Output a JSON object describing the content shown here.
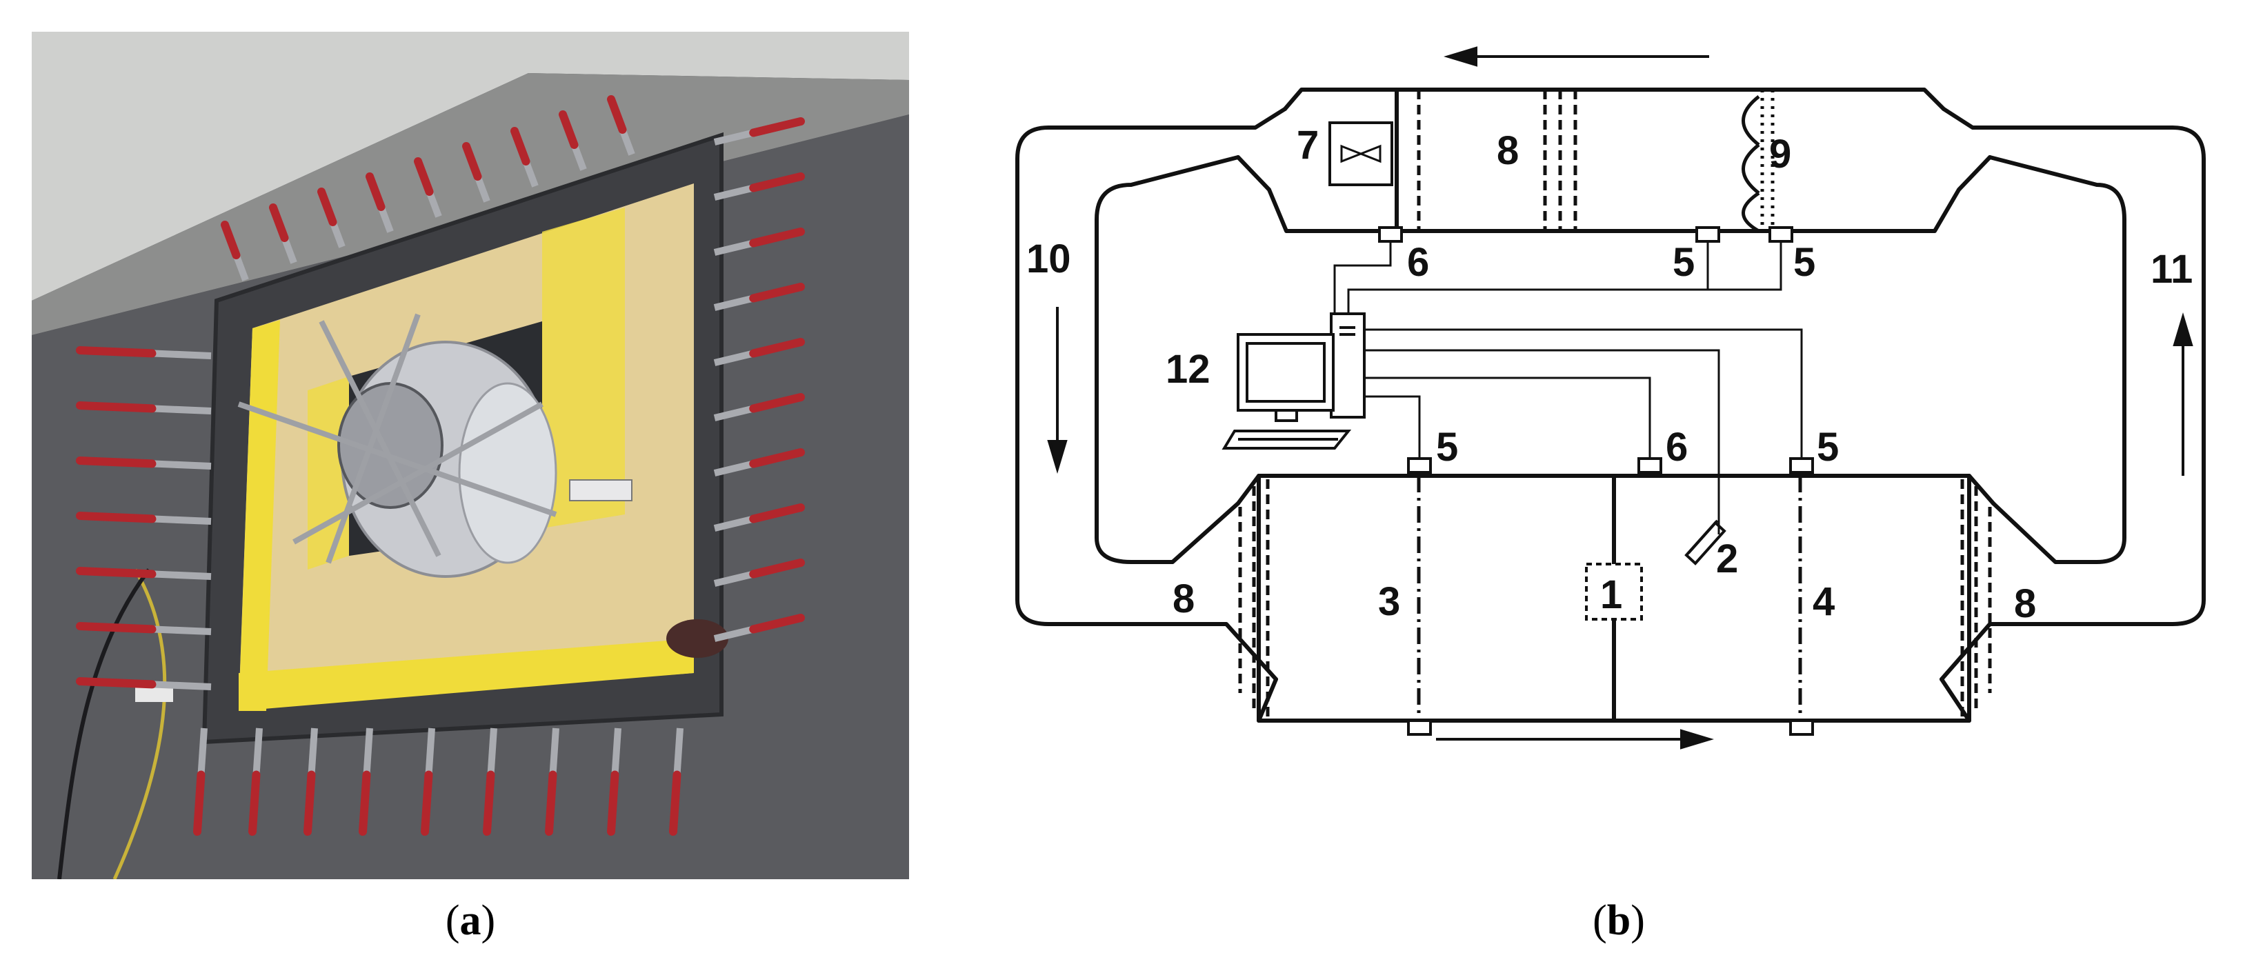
{
  "panel_a": {
    "caption_open": "(",
    "caption_letter": "a",
    "caption_close": ")"
  },
  "panel_b": {
    "caption_open": "(",
    "caption_letter": "b",
    "caption_close": ")",
    "labels": {
      "l1": "1",
      "l2": "2",
      "l3": "3",
      "l4": "4",
      "l5_top_left": "5",
      "l5_top_right": "5",
      "l5_bottom_left": "5",
      "l5_bottom_right": "5",
      "l6_top": "6",
      "l6_bottom": "6",
      "l7": "7",
      "l8_top": "8",
      "l8_left": "8",
      "l8_right": "8",
      "l9": "9",
      "l10": "10",
      "l11": "11",
      "l12": "12"
    }
  },
  "colors": {
    "wall": "#55565a",
    "panel": "#e6d39c",
    "tape": "#f2de3c",
    "clamp_handle": "#b3262c",
    "line": "#111111"
  }
}
